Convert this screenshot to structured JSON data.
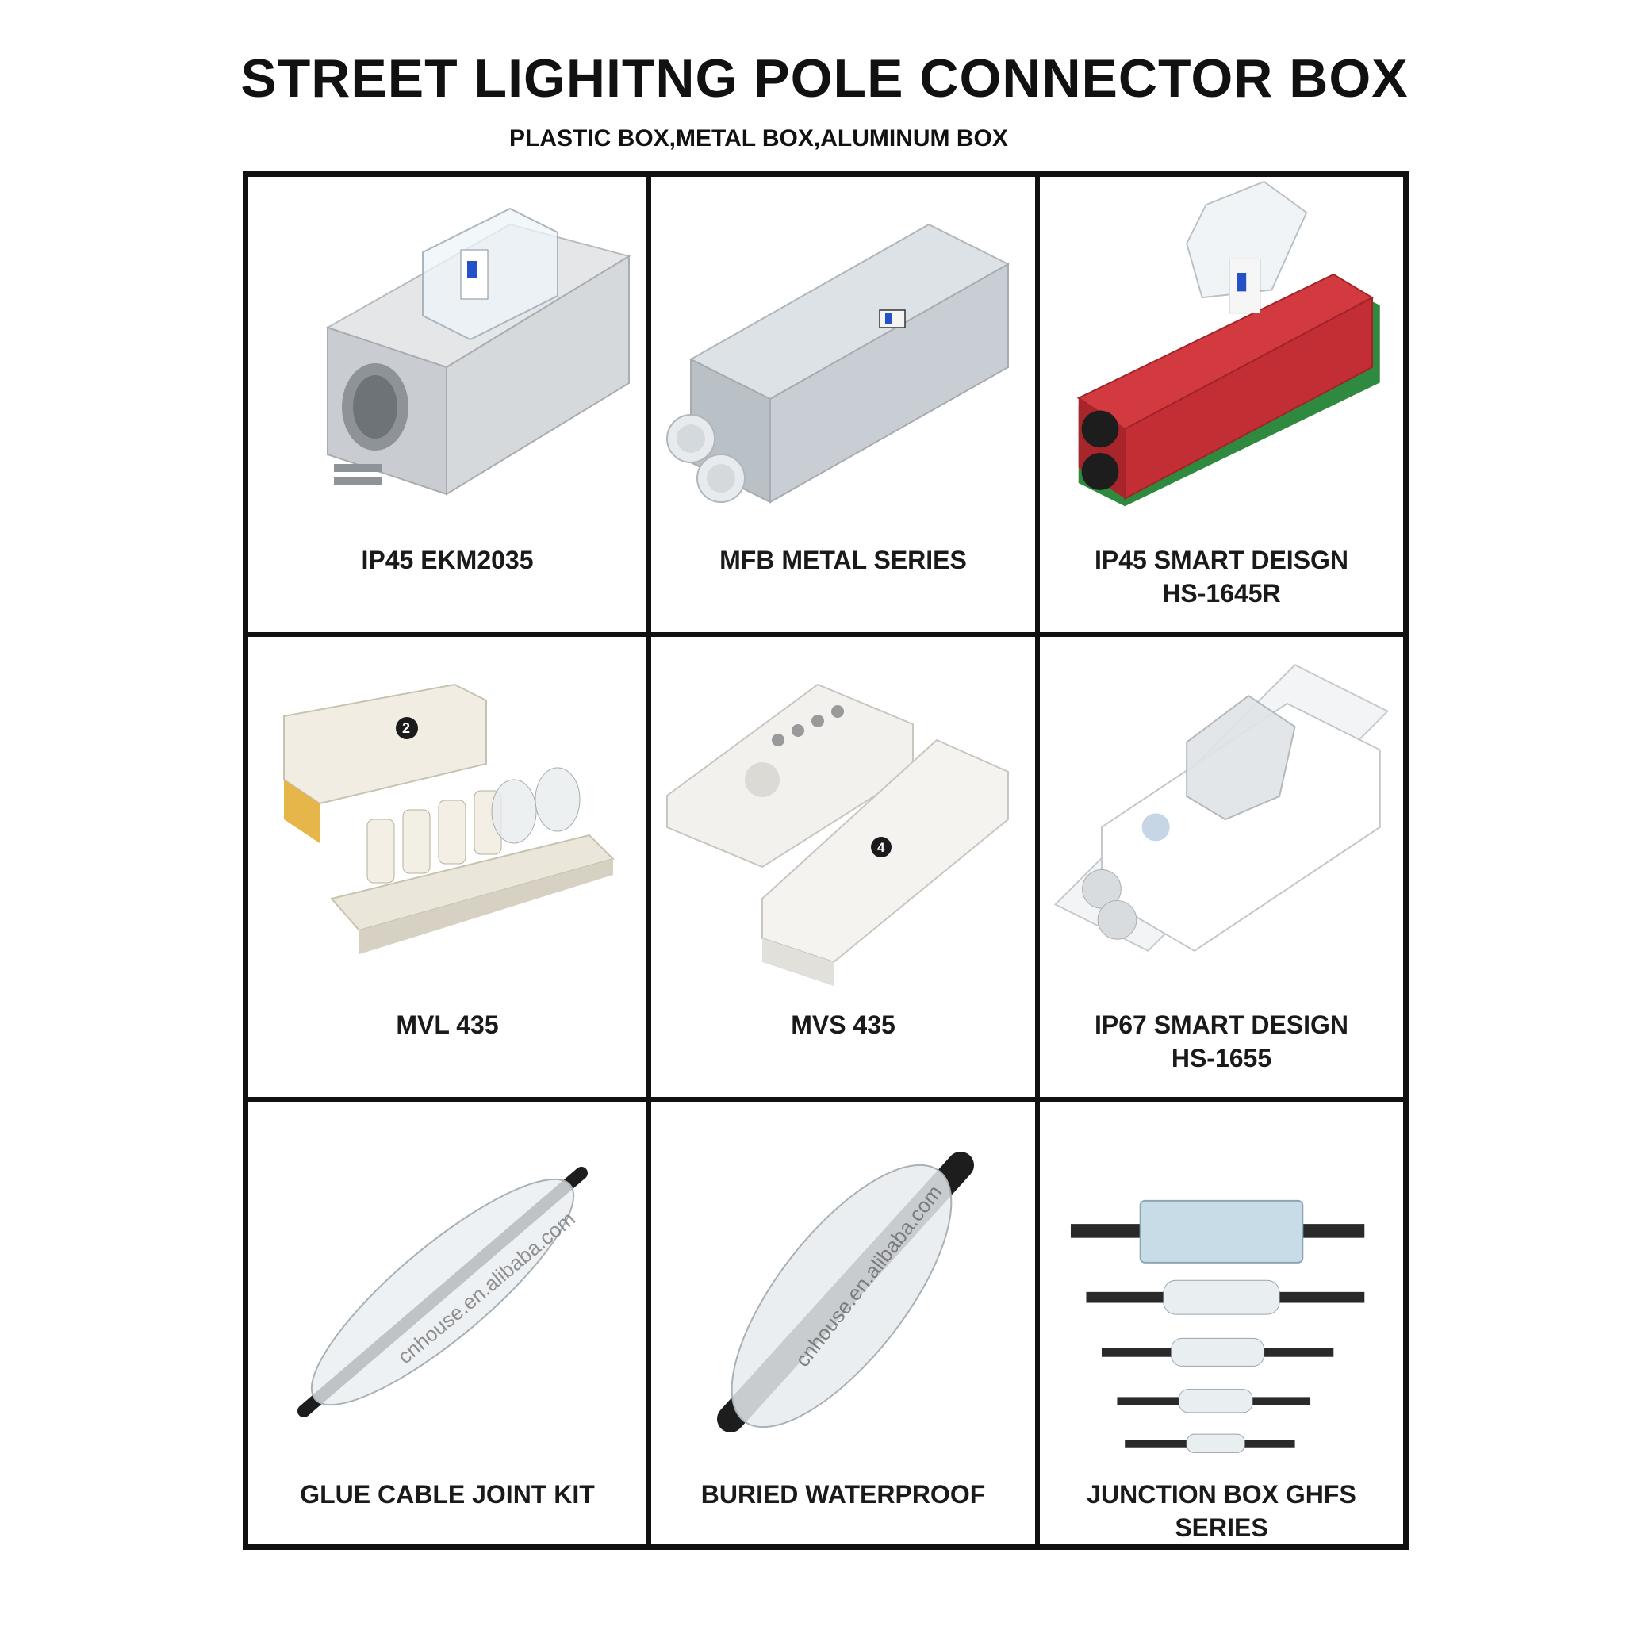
{
  "header": {
    "title": "STREET LIGHITNG POLE CONNECTOR BOX",
    "subtitle": "PLASTIC BOX,METAL BOX,ALUMINUM BOX"
  },
  "products": [
    {
      "line1": "IP45 EKM2035",
      "line2": ""
    },
    {
      "line1": "MFB METAL SERIES",
      "line2": ""
    },
    {
      "line1": "IP45 SMART DEISGN",
      "line2": "HS-1645R"
    },
    {
      "line1": "MVL 435",
      "line2": ""
    },
    {
      "line1": "MVS 435",
      "line2": ""
    },
    {
      "line1": "IP67  SMART DESIGN",
      "line2": "HS-1655"
    },
    {
      "line1": "GLUE CABLE JOINT KIT",
      "line2": ""
    },
    {
      "line1": "BURIED WATERPROOF",
      "line2": ""
    },
    {
      "line1": "JUNCTION BOX GHFS SERIES",
      "line2": ""
    }
  ],
  "watermarks": {
    "glue_kit": "cnhouse.en.alibaba.com",
    "buried": "cnhouse.en.alibaba.com"
  },
  "module_numbers": {
    "mvl": "2",
    "mvs": "4"
  }
}
